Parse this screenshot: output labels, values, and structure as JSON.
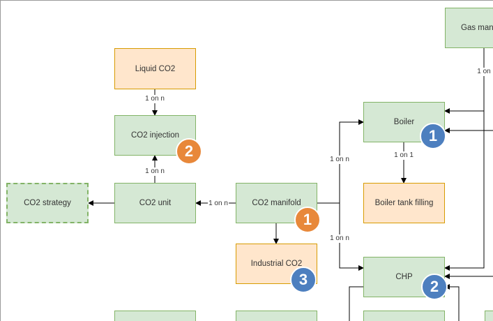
{
  "nodes": {
    "liquid_co2": "Liquid CO2",
    "co2_injection": "CO2 injection",
    "co2_strategy": "CO2 strategy",
    "co2_unit": "CO2 unit",
    "co2_manifold": "CO2 manifold",
    "industrial_co2": "Industrial CO2",
    "boiler": "Boiler",
    "boiler_tank_filling": "Boiler tank filling",
    "chp": "CHP",
    "gas_manifold": "Gas man"
  },
  "edge_labels": {
    "liquid_to_injection": "1 on n",
    "unit_to_injection": "1 on n",
    "manifold_to_unit": "1 on n",
    "manifold_to_boiler": "1 on n",
    "manifold_to_chp": "1 on n",
    "boiler_to_tank": "1 on 1",
    "gas_manifold_down": "1 on"
  },
  "badges": {
    "co2_injection": "2",
    "co2_manifold": "1",
    "industrial_co2": "3",
    "boiler": "1",
    "chp": "2"
  },
  "colors": {
    "green_fill": "#d5e8d4",
    "green_stroke": "#82b366",
    "orange_fill": "#ffe6cc",
    "orange_stroke": "#d79b00",
    "badge_blue": "#4d7fbf",
    "badge_orange": "#e8883a"
  }
}
